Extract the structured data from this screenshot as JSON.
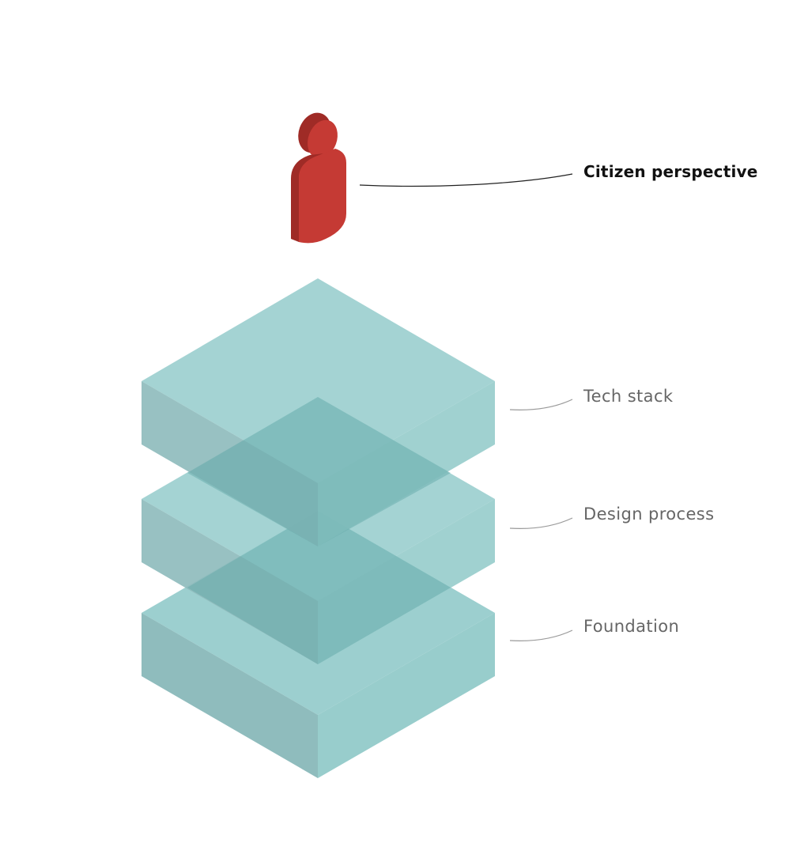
{
  "diagram": {
    "person": {
      "label": "Citizen perspective",
      "icon": "person-icon"
    },
    "layers": [
      {
        "label": "Tech stack"
      },
      {
        "label": "Design process"
      },
      {
        "label": "Foundation"
      }
    ]
  },
  "colors": {
    "person_front": "#c53a34",
    "person_side": "#9f2b26",
    "layer_top": "#9ccfcf",
    "layer_left": "#8fbcbd",
    "layer_right": "#98cdcc",
    "overlap": "#70b9b7",
    "leader_dark": "#222222",
    "leader_light": "#9a9a9a"
  }
}
